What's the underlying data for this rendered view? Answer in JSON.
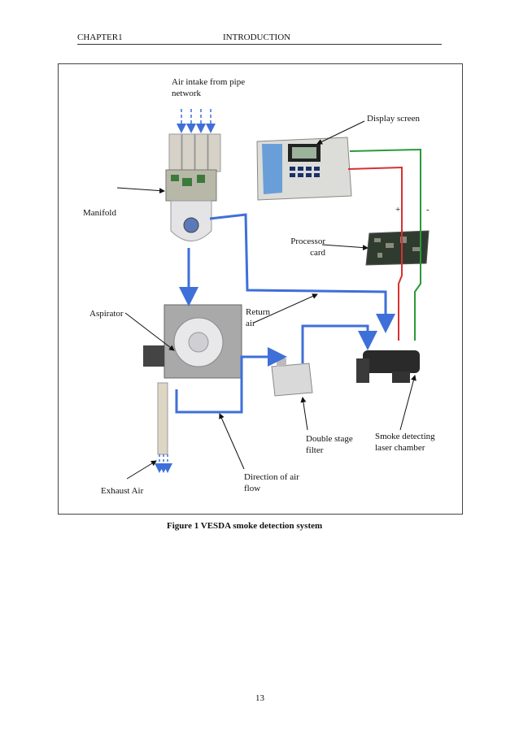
{
  "header": {
    "chapter": "CHAPTER1",
    "section": "INTRODUCTION"
  },
  "diagram": {
    "labels": {
      "air_intake": "Air intake from pipe network",
      "display_screen": "Display screen",
      "manifold": "Manifold",
      "plus": "+",
      "minus": "-",
      "processor_card": "Processor card",
      "aspirator": "Aspirator",
      "return_air": "Return air",
      "double_stage_filter": "Double stage filter",
      "smoke_chamber": "Smoke detecting laser chamber",
      "exhaust_air": "Exhaust Air",
      "direction_flow": "Direction of air flow"
    },
    "colors": {
      "air_flow": "#3f6fd8",
      "positive_wire": "#d83030",
      "negative_wire": "#2a9a3a"
    }
  },
  "caption": "Figure 1 VESDA smoke detection system",
  "page_number": "13"
}
